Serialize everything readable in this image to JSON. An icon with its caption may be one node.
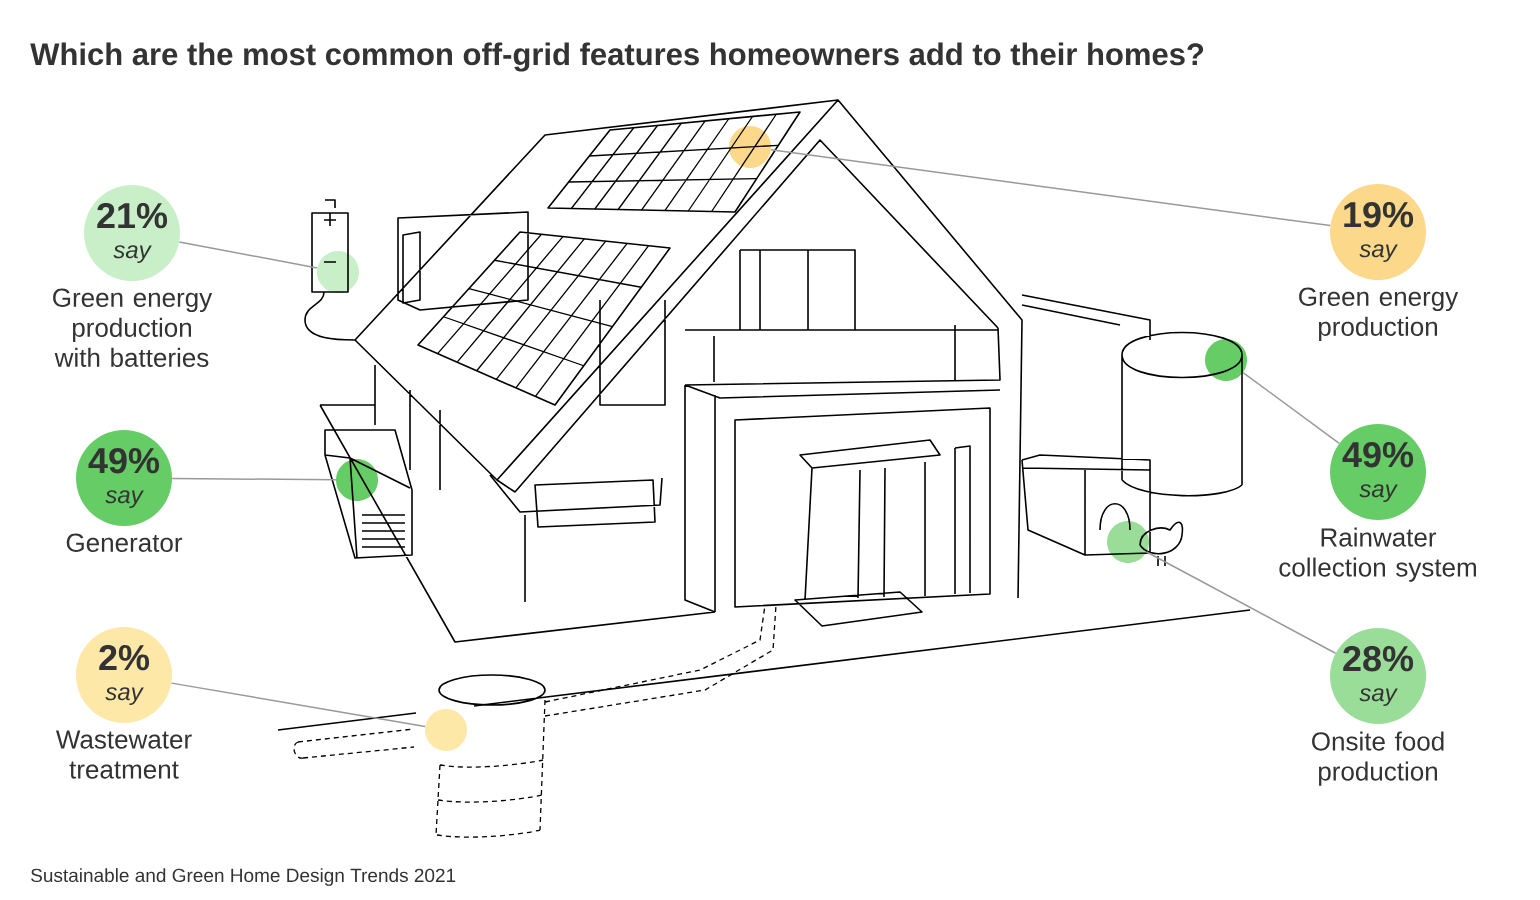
{
  "diagram": {
    "title": "Which are the most common off-grid features homeowners add to their homes?",
    "nodes": [
      {
        "text": [
          "21%",
          "say"
        ],
        "beside": [
          "Green energy production with batteries"
        ]
      },
      {
        "text": [
          "19%",
          "say"
        ],
        "beside": [
          "Green energy production"
        ]
      },
      {
        "text": [
          "49%",
          "say"
        ],
        "beside": [
          "Generator"
        ]
      },
      {
        "text": [
          "49%",
          "say"
        ],
        "beside": [
          "Rainwater collection system"
        ]
      },
      {
        "text": [
          "2%",
          "say"
        ],
        "beside": [
          "Wastewater treatment"
        ]
      },
      {
        "text": [
          "28%",
          "say"
        ],
        "beside": [
          "Onsite food production"
        ]
      },
      {
        "text": [],
        "shape": "circle"
      },
      {
        "text": [],
        "shape": "circle"
      },
      {
        "text": [],
        "shape": "circle"
      },
      {
        "text": [],
        "shape": "circle"
      },
      {
        "text": [],
        "shape": "circle"
      },
      {
        "text": [],
        "shape": "circle"
      }
    ],
    "edges": [
      {
        "from": 0,
        "to": 6,
        "arrow": "none"
      },
      {
        "from": 1,
        "to": 7,
        "arrow": "none"
      },
      {
        "from": 2,
        "to": 8,
        "arrow": "none"
      },
      {
        "from": 3,
        "to": 9,
        "arrow": "none"
      },
      {
        "from": 4,
        "to": 10,
        "arrow": "none"
      },
      {
        "from": 5,
        "to": 11,
        "arrow": "none"
      }
    ],
    "labels": [
      "Sustainable and Green Home Design Trends 2021"
    ]
  }
}
